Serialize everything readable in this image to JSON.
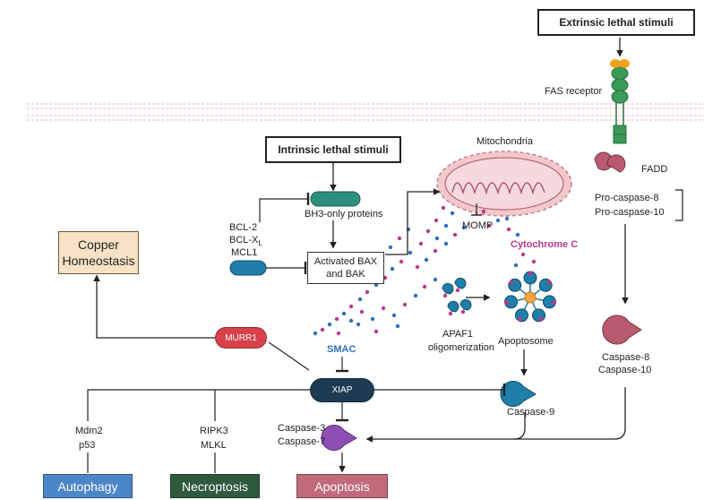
{
  "extrinsic_stimuli": "Extrinsic lethal stimuli",
  "intrinsic_stimuli": "Intrinsic lethal stimuli",
  "fas_receptor": "FAS receptor",
  "fadd": "FADD",
  "pro_caspase_8": "Pro-caspase-8",
  "pro_caspase_10": "Pro-caspase-10",
  "caspase_8": "Caspase-8",
  "caspase_10": "Caspase-10",
  "mitochondria": "Mitochondria",
  "momp": "MOMP",
  "cytochrome_c": "Cytochrome C",
  "bh3_only": "BH3-only proteins",
  "bcl2_lines": [
    "BCL-2",
    "BCL-X",
    "MCL1"
  ],
  "bclx_sub": "L",
  "bax_line1": "Activated BAX",
  "bax_line2": "and BAK",
  "apaf1_line1": "APAF1",
  "apaf1_line2": "oligomerization",
  "apoptosome": "Apoptosome",
  "copper_line1": "Copper",
  "copper_line2": "Homeostasis",
  "murr1": "MURR1",
  "smac": "SMAC",
  "xiap": "XIAP",
  "caspase_9": "Caspase-9",
  "caspase_3": "Caspase-3",
  "caspase_7": "Caspase-7",
  "mdm2": "Mdm2",
  "p53": "p53",
  "ripk3": "RIPK3",
  "mlkl": "MLKL",
  "autophagy": "Autophagy",
  "necroptosis": "Necroptosis",
  "apoptosis": "Apoptosis",
  "colors": {
    "membrane": "#e8b4b8",
    "receptor": "#3c9a58",
    "ligand": "#f0a11c",
    "caspase": "#b95a6e",
    "bh3": "#2f8f7e",
    "teal": "#1f7fa8",
    "xiap": "#1d3b52",
    "murr1": "#d9414a",
    "autophagy": "#4d85c9",
    "necroptosis": "#2f5a3e",
    "apoptosis": "#c16a7a",
    "cyto_dot": "#b83a8c",
    "smac_dot": "#2f6fc0",
    "purple": "#8e4fb5"
  }
}
